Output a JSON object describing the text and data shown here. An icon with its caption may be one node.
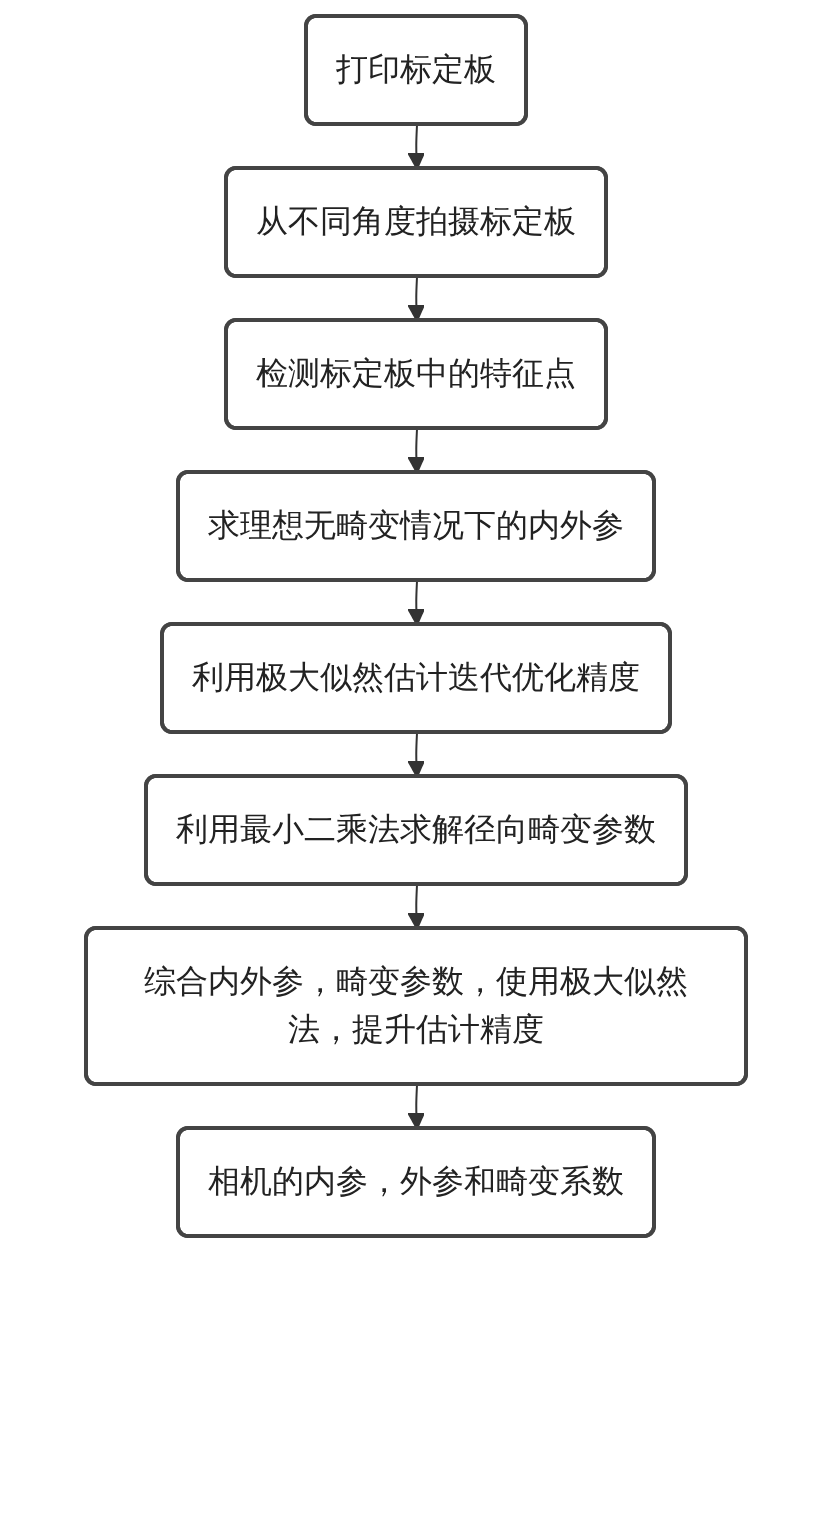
{
  "diagram": {
    "nodes": [
      {
        "text": [
          "打印标定板"
        ]
      },
      {
        "text": [
          "从不同角度拍摄标定板"
        ]
      },
      {
        "text": [
          "检测标定板中的特征点"
        ]
      },
      {
        "text": [
          "求理想无畸变情况下的内外参"
        ]
      },
      {
        "text": [
          "利用极大似然估计迭代优化精度"
        ]
      },
      {
        "text": [
          "利用最小二乘法求解径向畸变参数"
        ]
      },
      {
        "text": [
          "综合内外参，畸变参数，使用极大似然法，提升估计精度"
        ]
      },
      {
        "text": [
          "相机的内参，外参和畸变系数"
        ]
      }
    ],
    "edges": [
      {
        "from": 0,
        "to": 1,
        "arrow": "to"
      },
      {
        "from": 1,
        "to": 2,
        "arrow": "to"
      },
      {
        "from": 2,
        "to": 3,
        "arrow": "to"
      },
      {
        "from": 3,
        "to": 4,
        "arrow": "to"
      },
      {
        "from": 4,
        "to": 5,
        "arrow": "to"
      },
      {
        "from": 5,
        "to": 6,
        "arrow": "to"
      },
      {
        "from": 6,
        "to": 7,
        "arrow": "to"
      }
    ]
  }
}
